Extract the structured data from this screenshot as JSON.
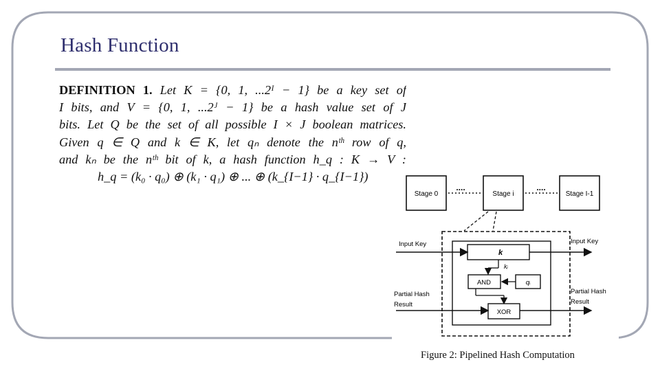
{
  "slide": {
    "title": "Hash Function"
  },
  "definition": {
    "label": "DEFINITION 1.",
    "lines": [
      "Let K = {0, 1, ...2ᴵ − 1} be a key set of",
      "I bits, and V = {0, 1, ...2ᴶ − 1} be a hash value set of J",
      "bits. Let Q be the set of all possible I × J boolean matrices.",
      "Given q ∈ Q and k ∈ K, let qₙ denote the nᵗʰ row of q,",
      "and kₙ be the nᵗʰ bit of k, a hash function h_q : K → V :"
    ],
    "formula": "h_q = (k₀ · q₀) ⊕ (k₁ · q₁) ⊕ ... ⊕ (k_{I−1} · q_{I−1})"
  },
  "figure": {
    "stage_0": "Stage 0",
    "stage_i": "Stage i",
    "stage_last": "Stage I-1",
    "dots": "....",
    "input_key_left": "Input Key",
    "input_key_right": "Input Key",
    "partial_hash_left_1": "Partial Hash",
    "partial_hash_left_2": "Result",
    "partial_hash_right_1": "Partial Hash",
    "partial_hash_right_2": "Result",
    "k_label": "k",
    "ki_label": "kᵢ",
    "and_label": "AND",
    "qi_label": "qᵢ",
    "xor_label": "XOR",
    "caption": "Figure 2: Pipelined Hash Computation"
  }
}
